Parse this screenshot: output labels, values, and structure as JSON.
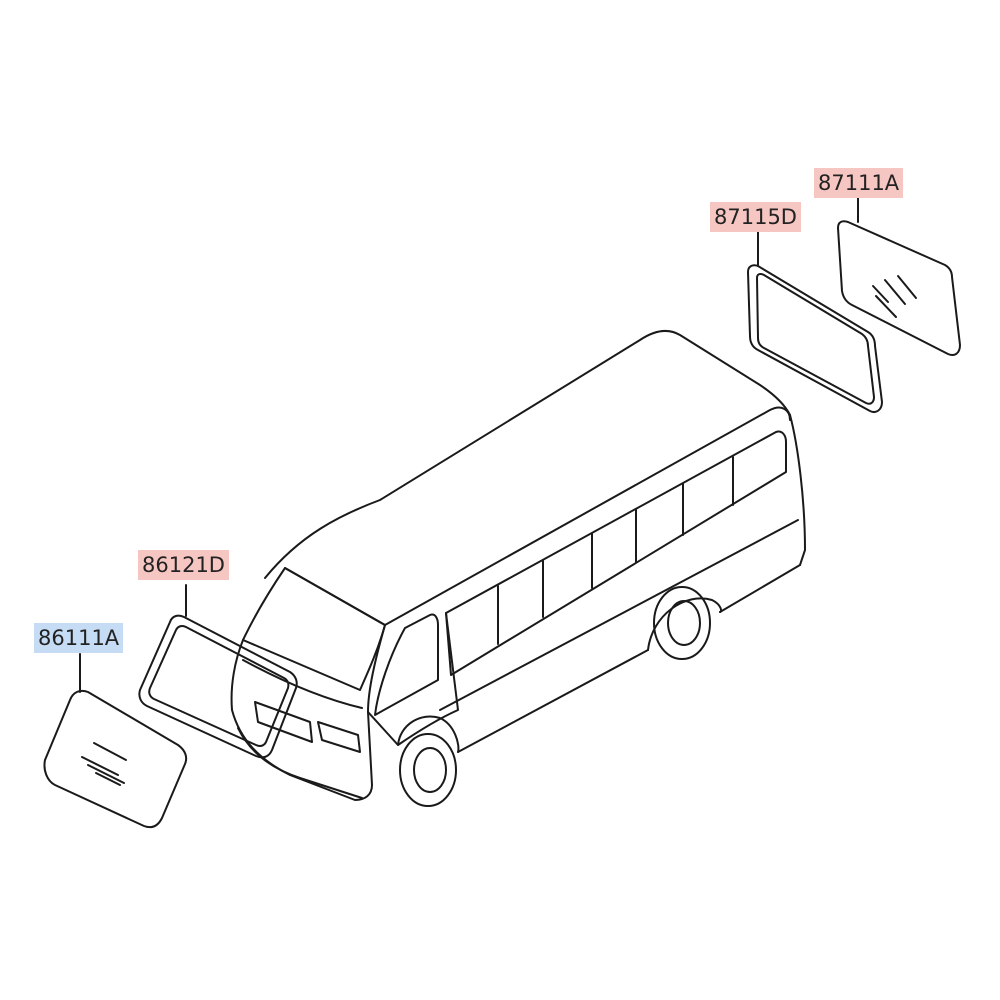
{
  "labels": {
    "rear_glass": "87111A",
    "rear_seal": "87115D",
    "windshield_seal": "86121D",
    "windshield_glass": "86111A"
  },
  "colors": {
    "line": "#1a1a1a",
    "label_highlight_red": "#f6c6c2",
    "label_highlight_blue": "#c5dcf4",
    "background": "#ffffff"
  }
}
